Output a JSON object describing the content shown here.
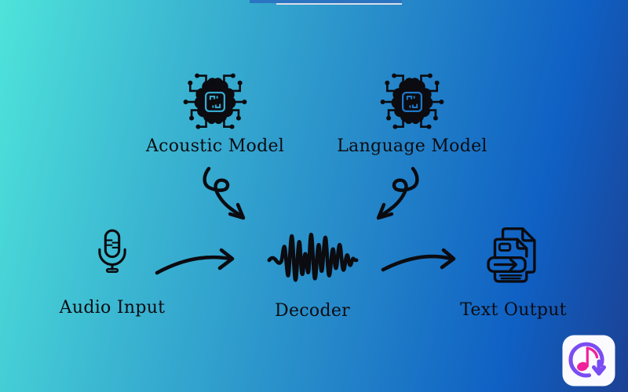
{
  "background": {
    "gradient_from": "#4EE3DA",
    "gradient_mid": "#2689C9",
    "gradient_to": "#1C4194"
  },
  "artifact": {
    "strip_color": "#2A74C2",
    "line_color": "#D9DEE8"
  },
  "diagram": {
    "ink_color": "#0B0B10",
    "nodes": [
      {
        "id": "acoustic-model",
        "label": "Acoustic Model",
        "icon": "brain-chip-icon"
      },
      {
        "id": "language-model",
        "label": "Language Model",
        "icon": "brain-chip-icon"
      },
      {
        "id": "audio-input",
        "label": "Audio Input",
        "icon": "microphone-icon"
      },
      {
        "id": "decoder",
        "label": "Decoder",
        "icon": "waveform-icon"
      },
      {
        "id": "text-output",
        "label": "Text Output",
        "icon": "document-export-icon"
      }
    ],
    "edges": [
      {
        "from": "audio-input",
        "to": "decoder",
        "style": "hand-drawn-arc-arrow"
      },
      {
        "from": "acoustic-model",
        "to": "decoder",
        "style": "hand-drawn-loop-arrow"
      },
      {
        "from": "language-model",
        "to": "decoder",
        "style": "hand-drawn-loop-arrow"
      },
      {
        "from": "decoder",
        "to": "text-output",
        "style": "hand-drawn-arc-arrow"
      }
    ]
  },
  "watermark": {
    "icon": "music-download-logo-icon",
    "tile_color": "#FBFAFF",
    "ring_color": "#7A4CF2",
    "note_color": "#F0219B"
  }
}
